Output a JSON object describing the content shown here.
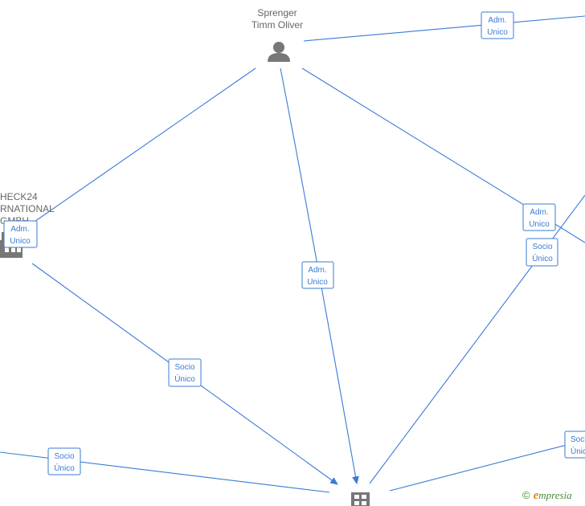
{
  "nodes": {
    "person": {
      "line1": "Sprenger",
      "line2": "Timm Oliver",
      "icon": "person-icon"
    },
    "company_left": {
      "line1": "HECK24",
      "line2": "RNATIONAL",
      "line3": "GMBH",
      "icon": "factory-icon"
    },
    "company_bottom": {
      "icon": "building-icon"
    }
  },
  "edge_labels": {
    "top_right": [
      "Adm.",
      "Unico"
    ],
    "left_company": [
      "Adm.",
      "Unico"
    ],
    "center": [
      "Adm.",
      "Unico"
    ],
    "right_upper": [
      "Adm.",
      "Unico"
    ],
    "right_lower": [
      "Socio",
      "Único"
    ],
    "left_lower": [
      "Socio",
      "Único"
    ],
    "bottom_left": [
      "Socio",
      "Único"
    ],
    "bottom_right": [
      "Socio",
      "Únic"
    ]
  },
  "watermark": {
    "symbol": "©",
    "brand_e": "e",
    "brand_rest": "mpresia"
  },
  "colors": {
    "edge": "#3a7bd5",
    "node_icon": "#777777",
    "label_text": "#666666"
  }
}
